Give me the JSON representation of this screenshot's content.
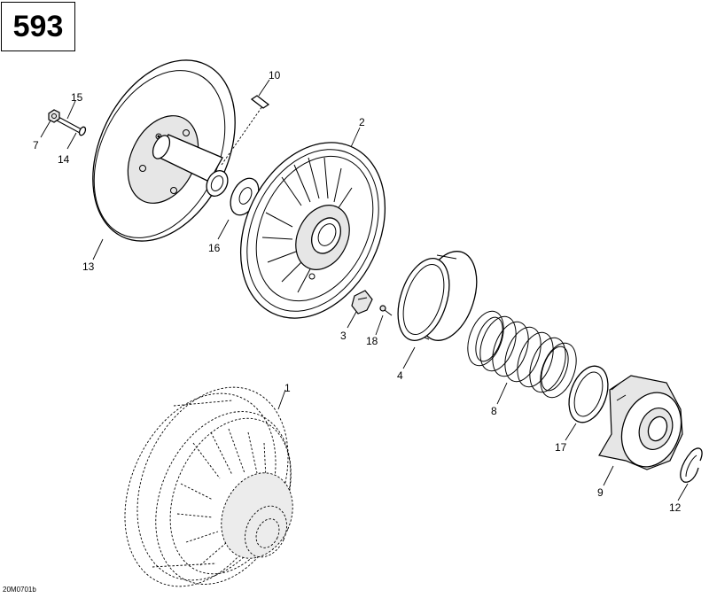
{
  "page_number": "593",
  "drawing_code": "20M0701b",
  "callouts": [
    {
      "id": "c1",
      "label": "1"
    },
    {
      "id": "c2",
      "label": "2"
    },
    {
      "id": "c3",
      "label": "3"
    },
    {
      "id": "c4",
      "label": "4"
    },
    {
      "id": "c7",
      "label": "7"
    },
    {
      "id": "c8",
      "label": "8"
    },
    {
      "id": "c9",
      "label": "9"
    },
    {
      "id": "c10",
      "label": "10"
    },
    {
      "id": "c12",
      "label": "12"
    },
    {
      "id": "c13",
      "label": "13"
    },
    {
      "id": "c14",
      "label": "14"
    },
    {
      "id": "c15",
      "label": "15"
    },
    {
      "id": "c16",
      "label": "16"
    },
    {
      "id": "c17",
      "label": "17"
    },
    {
      "id": "c18",
      "label": "18"
    }
  ]
}
